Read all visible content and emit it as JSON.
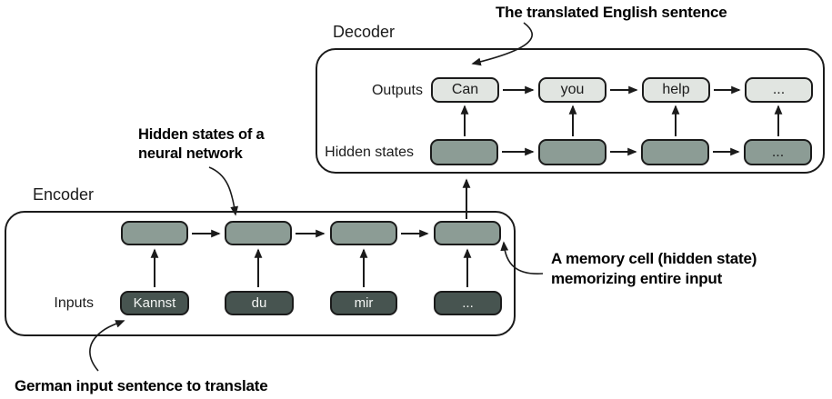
{
  "colors": {
    "output_fill": "#e1e5e1",
    "hidden_fill": "#8c9c95",
    "input_fill": "#475450",
    "stroke": "#1b1b1b"
  },
  "decoder": {
    "label": "Decoder",
    "outputs_label": "Outputs",
    "hidden_label": "Hidden states",
    "outputs": [
      "Can",
      "you",
      "help",
      "..."
    ],
    "hidden_last": "..."
  },
  "encoder": {
    "label": "Encoder",
    "inputs_label": "Inputs",
    "inputs": [
      "Kannst",
      "du",
      "mir",
      "..."
    ]
  },
  "annotations": {
    "translated": "The translated English sentence",
    "hidden_states_line1": "Hidden states of a",
    "hidden_states_line2": "neural network",
    "memory_line1": "A memory cell (hidden state)",
    "memory_line2": "memorizing entire input",
    "german": "German input sentence to translate"
  }
}
